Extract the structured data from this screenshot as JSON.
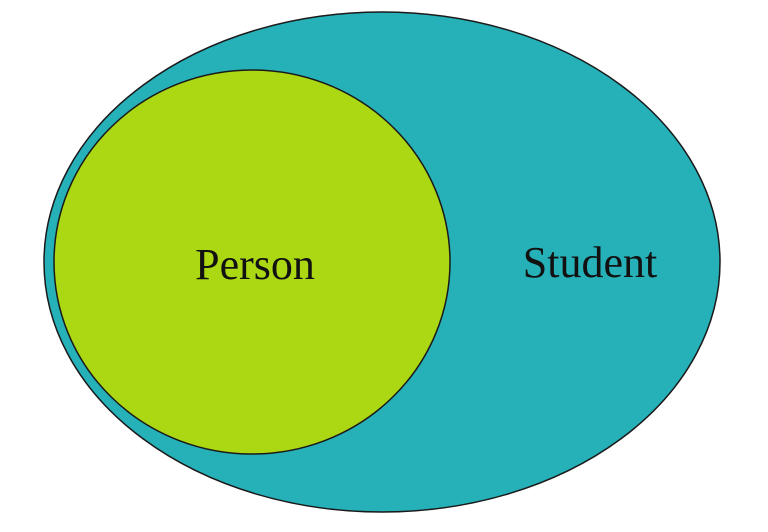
{
  "diagram": {
    "type": "nested-sets",
    "outer_set": {
      "label": "Student",
      "fill_color": "#26b0b8",
      "stroke_color": "#1a1a1a"
    },
    "inner_set": {
      "label": "Person",
      "fill_color": "#acd713",
      "stroke_color": "#1a1a1a"
    },
    "background_color": "#ffffff"
  }
}
